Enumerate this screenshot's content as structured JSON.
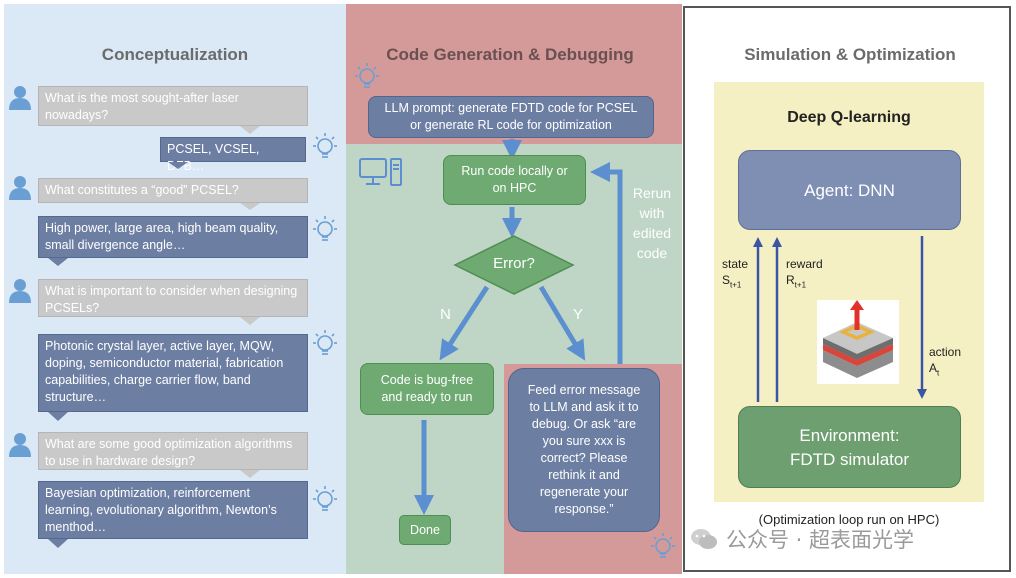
{
  "panels": {
    "left_title": "Conceptualization",
    "middle_title": "Code Generation & Debugging",
    "right_title": "Simulation & Optimization"
  },
  "conversation": [
    {
      "role": "user",
      "text": "What is the most sought-after laser nowadays?"
    },
    {
      "role": "ai",
      "text": "PCSEL, VCSEL, DFB…"
    },
    {
      "role": "user",
      "text": "What constitutes a “good” PCSEL?"
    },
    {
      "role": "ai",
      "text": "High power, large area, high beam quality, small divergence angle…"
    },
    {
      "role": "user",
      "text": "What is important to consider when designing  PCSELs?"
    },
    {
      "role": "ai",
      "text": "Photonic crystal layer, active layer, MQW, doping, semiconductor material, fabrication capabilities, charge carrier flow, band structure…"
    },
    {
      "role": "user",
      "text": "What are some good optimization algorithms to use in hardware design?"
    },
    {
      "role": "ai",
      "text": "Bayesian optimization, reinforcement learning, evolutionary algorithm, Newton’s menthod…"
    }
  ],
  "flow": {
    "prompt": "LLM prompt: generate FDTD code for PCSEL or generate RL code for optimization",
    "run": "Run code locally or on HPC",
    "decision": "Error?",
    "no_label": "N",
    "yes_label": "Y",
    "bug_free": "Code is bug-free and ready to run",
    "done": "Done",
    "feedback": "Feed error message to LLM and ask it to debug. Or ask “are you sure xxx is correct? Please rethink it and regenerate your response.”",
    "rerun_lines": [
      "Rerun",
      "with",
      "edited",
      "code"
    ]
  },
  "rl": {
    "title": "Deep Q-learning",
    "agent": "Agent: DNN",
    "env_line1": "Environment:",
    "env_line2": "FDTD simulator",
    "state_label": "state",
    "state_sym": "S",
    "state_sub": "t+1",
    "reward_label": "reward",
    "reward_sym": "R",
    "reward_sub": "t+1",
    "action_label": "action",
    "action_sym": "A",
    "action_sub": "t",
    "caption": "(Optimization loop run on HPC)"
  },
  "watermark": "公众号 · 超表面光学",
  "colors": {
    "left_bg": "#dbe8f5",
    "middle_top_bg": "#d49a9a",
    "middle_mid_bg": "#bfd5c5",
    "question": "#c9c9c9",
    "answer": "#6d7ea3",
    "green_box": "#6faa73",
    "arrow_blue": "#5b8fd0",
    "rl_bg": "#f5f0c4"
  },
  "icons": [
    "person-icon",
    "lightbulb-icon",
    "computer-icon",
    "device-structure-icon",
    "wechat-icon"
  ]
}
